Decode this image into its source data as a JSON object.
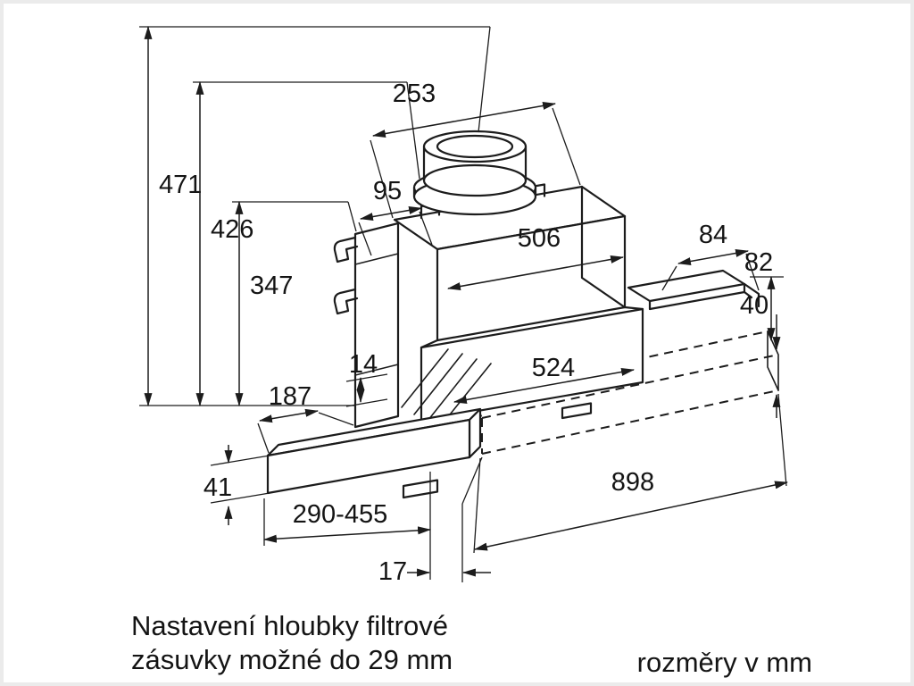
{
  "diagram": {
    "background": "#ffffff",
    "line_color": "#1c1c1c",
    "dimensions": {
      "d471": "471",
      "d426": "426",
      "d347": "347",
      "d253": "253",
      "d95": "95",
      "d506": "506",
      "d84": "84",
      "d82": "82",
      "d40": "40",
      "d524": "524",
      "d14": "14",
      "d187": "187",
      "d41": "41",
      "d290_455": "290-455",
      "d17": "17",
      "d898": "898"
    },
    "caption": {
      "line1": "Nastavení hloubky filtrové",
      "line2": "zásuvky možné do 29 mm"
    },
    "units_note": "rozměry v mm"
  }
}
